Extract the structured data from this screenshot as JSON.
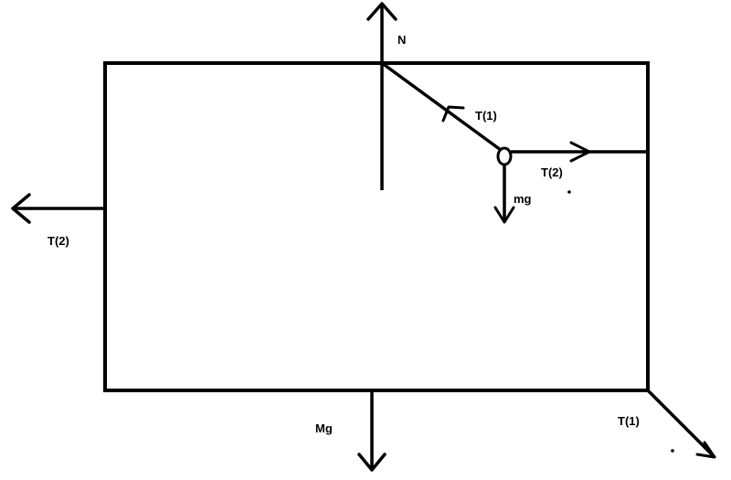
{
  "labels": {
    "normal": "N",
    "tension_1_inner": "T(1)",
    "tension_2_inner": "T(2)",
    "small_mass_weight": "mg",
    "tension_2_outer": "T(2)",
    "large_mass_weight": "Mg",
    "tension_1_outer": "T(1)"
  },
  "colors": {
    "ink": "#000000",
    "background": "#ffffff"
  }
}
